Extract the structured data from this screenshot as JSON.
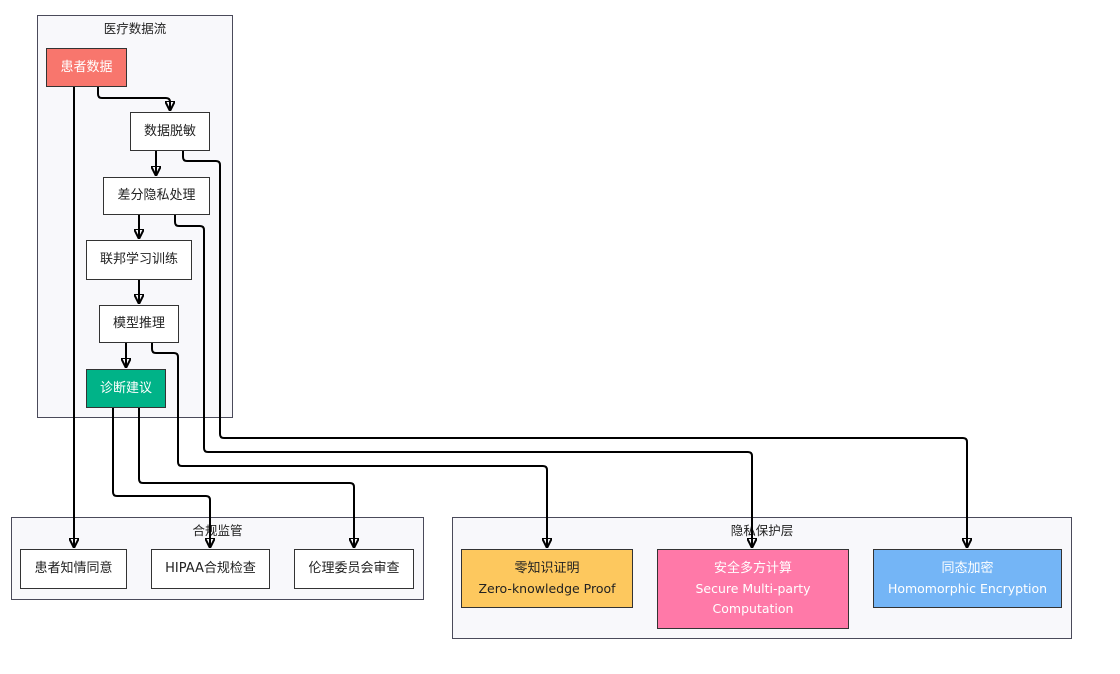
{
  "clusters": {
    "flow": {
      "title": "医疗数据流"
    },
    "compliance": {
      "title": "合规监管"
    },
    "privacy": {
      "title": "隐私保护层"
    }
  },
  "nodes": {
    "patient_data": {
      "label": "患者数据",
      "fill": "#f8766d"
    },
    "deidentify": {
      "label": "数据脱敏"
    },
    "diff_privacy": {
      "label": "差分隐私处理"
    },
    "federated": {
      "label": "联邦学习训练"
    },
    "inference": {
      "label": "模型推理"
    },
    "diagnosis": {
      "label": "诊断建议",
      "fill": "#00b388"
    },
    "consent": {
      "label": "患者知情同意"
    },
    "hipaa": {
      "label": "HIPAA合规检查"
    },
    "ethics": {
      "label": "伦理委员会审查"
    },
    "zkp": {
      "label": "零知识证明",
      "sub": "Zero-knowledge Proof",
      "fill": "#fdc85e"
    },
    "smpc": {
      "label": "安全多方计算",
      "sub": "Secure Multi-party",
      "sub2": "Computation",
      "fill": "#ff79a8"
    },
    "he": {
      "label": "同态加密",
      "sub": "Homomorphic Encryption",
      "fill": "#74b5f6"
    }
  }
}
